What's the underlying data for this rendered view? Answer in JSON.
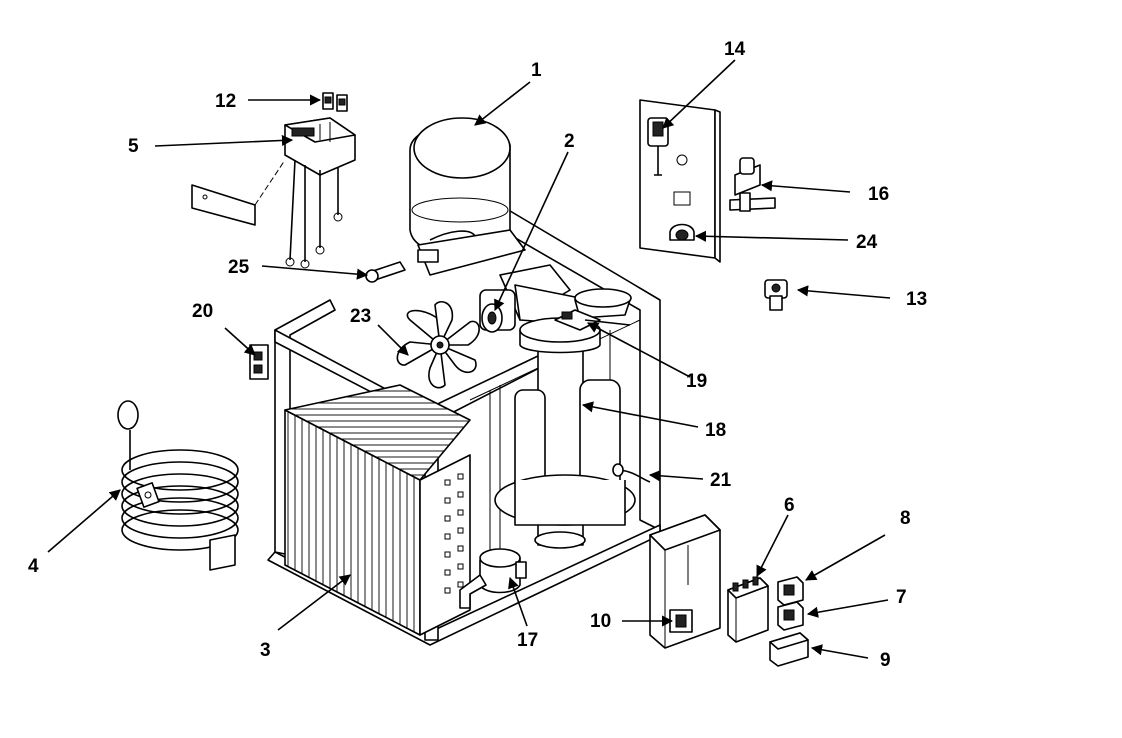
{
  "diagram": {
    "type": "exploded-parts-diagram",
    "callouts": [
      {
        "id": "c1",
        "label": "1"
      },
      {
        "id": "c2",
        "label": "2"
      },
      {
        "id": "c3",
        "label": "3"
      },
      {
        "id": "c4",
        "label": "4"
      },
      {
        "id": "c5",
        "label": "5"
      },
      {
        "id": "c6",
        "label": "6"
      },
      {
        "id": "c7",
        "label": "7"
      },
      {
        "id": "c8",
        "label": "8"
      },
      {
        "id": "c9",
        "label": "9"
      },
      {
        "id": "c10",
        "label": "10"
      },
      {
        "id": "c12",
        "label": "12"
      },
      {
        "id": "c13",
        "label": "13"
      },
      {
        "id": "c14",
        "label": "14"
      },
      {
        "id": "c16",
        "label": "16"
      },
      {
        "id": "c17",
        "label": "17"
      },
      {
        "id": "c18",
        "label": "18"
      },
      {
        "id": "c19",
        "label": "19"
      },
      {
        "id": "c20",
        "label": "20"
      },
      {
        "id": "c21",
        "label": "21"
      },
      {
        "id": "c23",
        "label": "23"
      },
      {
        "id": "c24",
        "label": "24"
      },
      {
        "id": "c25",
        "label": "25"
      }
    ]
  }
}
